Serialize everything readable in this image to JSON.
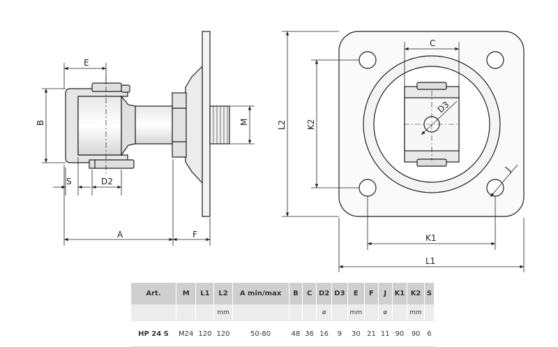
{
  "labels": {
    "E": "E",
    "B": "B",
    "S": "S",
    "D2": "D2",
    "A": "A",
    "F": "F",
    "M": "M",
    "C": "C",
    "D3": "D3",
    "L2": "L2",
    "K2": "K2",
    "J": "J",
    "K1": "K1",
    "L1": "L1"
  },
  "table": {
    "headers": [
      "Art.",
      "M",
      "L1",
      "L2",
      "A min/max",
      "B",
      "C",
      "D2",
      "D3",
      "E",
      "F",
      "J",
      "K1",
      "K2",
      "S"
    ],
    "units": [
      "",
      "",
      "",
      "mm",
      "",
      "",
      "",
      "ø",
      "",
      "mm",
      "",
      "ø",
      "",
      "mm",
      ""
    ],
    "row": [
      "HP 24 S",
      "M24",
      "120",
      "120",
      "50-80",
      "48",
      "36",
      "16",
      "9",
      "30",
      "21",
      "11",
      "90",
      "90",
      "6"
    ]
  }
}
